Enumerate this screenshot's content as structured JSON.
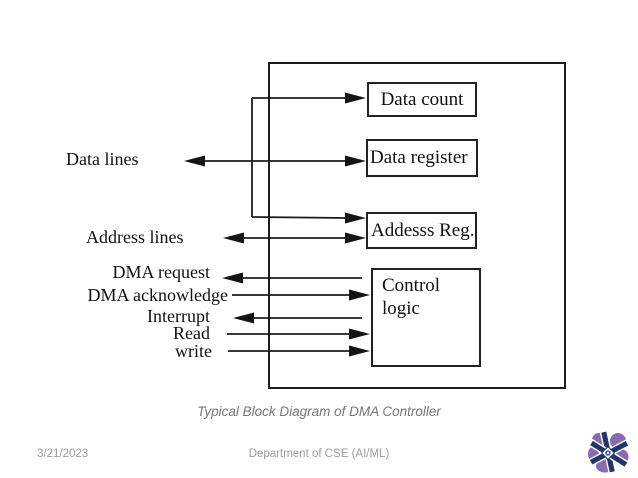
{
  "slide": {
    "caption": "Typical Block Diagram of DMA Controller",
    "footer": {
      "date": "3/21/2023",
      "department": "Department of CSE (AI/ML)"
    }
  },
  "diagram": {
    "boxes": [
      {
        "id": "data-count",
        "label": "Data count"
      },
      {
        "id": "data-register",
        "label": "Data register"
      },
      {
        "id": "address-reg",
        "label": "Addesss Reg."
      },
      {
        "id": "control-logic",
        "label": "Control logic"
      }
    ],
    "signals": [
      {
        "id": "data-lines",
        "label": "Data lines",
        "direction": "bidirectional"
      },
      {
        "id": "address-lines",
        "label": "Address lines",
        "direction": "bidirectional"
      },
      {
        "id": "dma-request",
        "label": "DMA request",
        "direction": "out"
      },
      {
        "id": "dma-acknowledge",
        "label": "DMA acknowledge",
        "direction": "in"
      },
      {
        "id": "interrupt",
        "label": "Interrupt",
        "direction": "out"
      },
      {
        "id": "read",
        "label": "Read",
        "direction": "in"
      },
      {
        "id": "write",
        "label": "write",
        "direction": "in"
      }
    ]
  },
  "icons": {
    "logo": "institution-emblem-icon"
  },
  "colors": {
    "line": "#1b1b1b",
    "caption_gray": "#767676",
    "footer_gray": "#9c9c9c",
    "logo_purple": "#8a6bad",
    "logo_navy": "#223769",
    "logo_blue": "#2f66b5"
  }
}
